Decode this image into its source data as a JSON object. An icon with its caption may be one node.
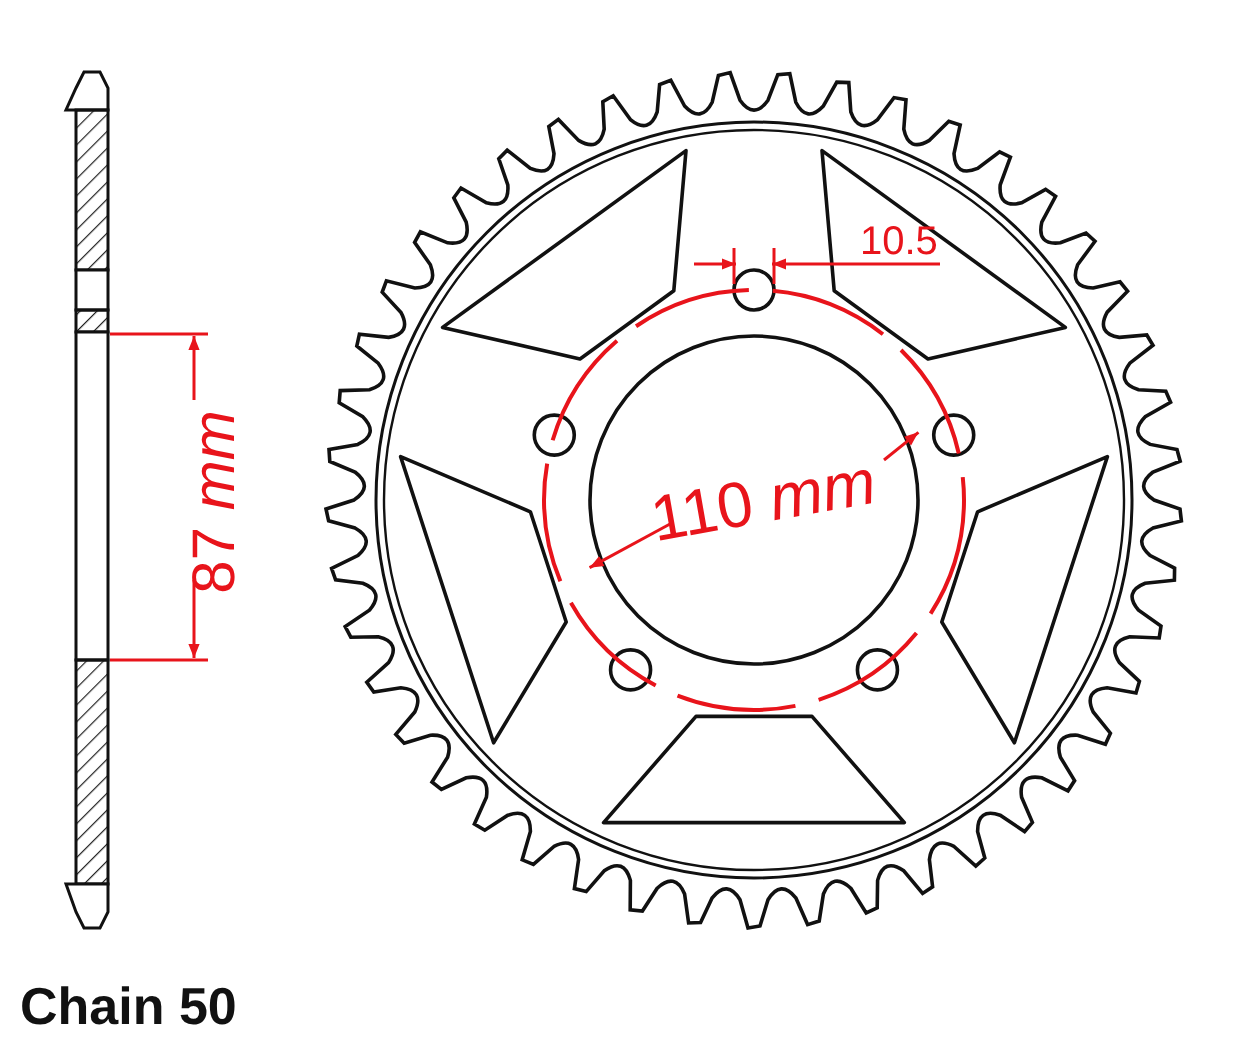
{
  "diagram": {
    "labels": [
      "10.5",
      "87 *mm*",
      "110 *mm*",
      "Chain 50"
    ]
  }
}
